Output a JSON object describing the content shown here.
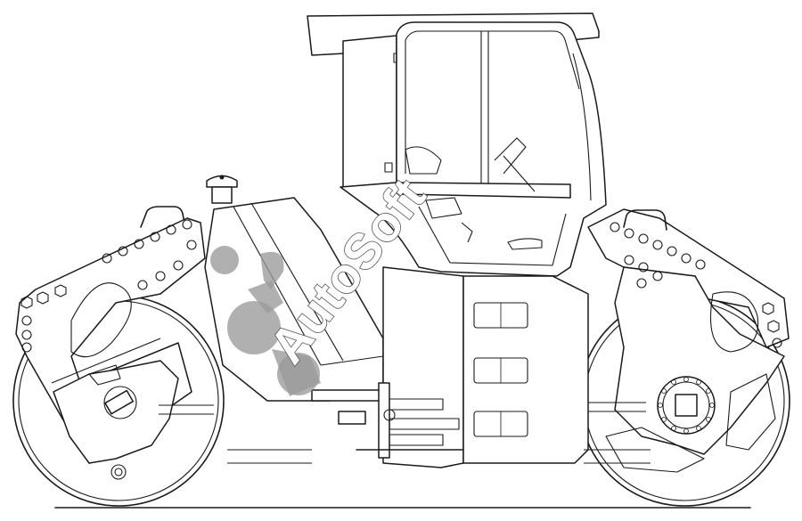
{
  "figure": {
    "subject": "tandem-vibratory-roller-side-view",
    "style": "line-art",
    "stroke_color": "#1a1a1a",
    "background_color": "#ffffff"
  },
  "watermark": {
    "text": "AutoSoft",
    "logo_color": "#9a9a9a",
    "text_outline_color": "#555555"
  }
}
